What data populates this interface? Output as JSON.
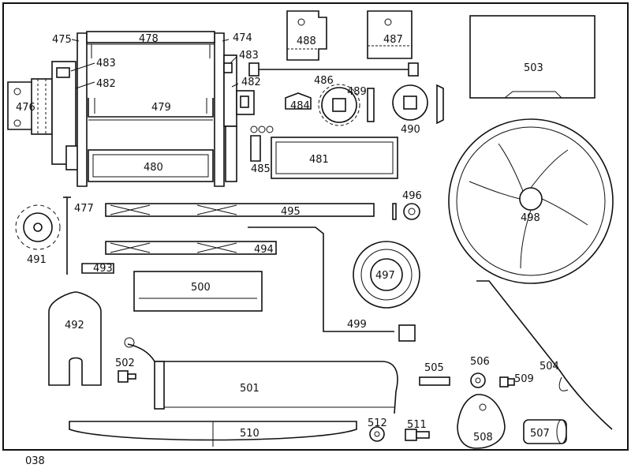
{
  "plate_number": "038",
  "border_color": "#111111",
  "part_labels": {
    "p474": "474",
    "p475": "475",
    "p476": "476",
    "p477": "477",
    "p478": "478",
    "p479": "479",
    "p480": "480",
    "p481": "481",
    "p482a": "482",
    "p482b": "482",
    "p483a": "483",
    "p483b": "483",
    "p484": "484",
    "p485": "485",
    "p486": "486",
    "p487": "487",
    "p488": "488",
    "p489": "489",
    "p490": "490",
    "p491": "491",
    "p492": "492",
    "p493": "493",
    "p494": "494",
    "p495": "495",
    "p496": "496",
    "p497": "497",
    "p498": "498",
    "p499": "499",
    "p500": "500",
    "p501": "501",
    "p502": "502",
    "p503": "503",
    "p504": "504",
    "p505": "505",
    "p506": "506",
    "p507": "507",
    "p508": "508",
    "p509": "509",
    "p510": "510",
    "p511": "511",
    "p512": "512"
  }
}
